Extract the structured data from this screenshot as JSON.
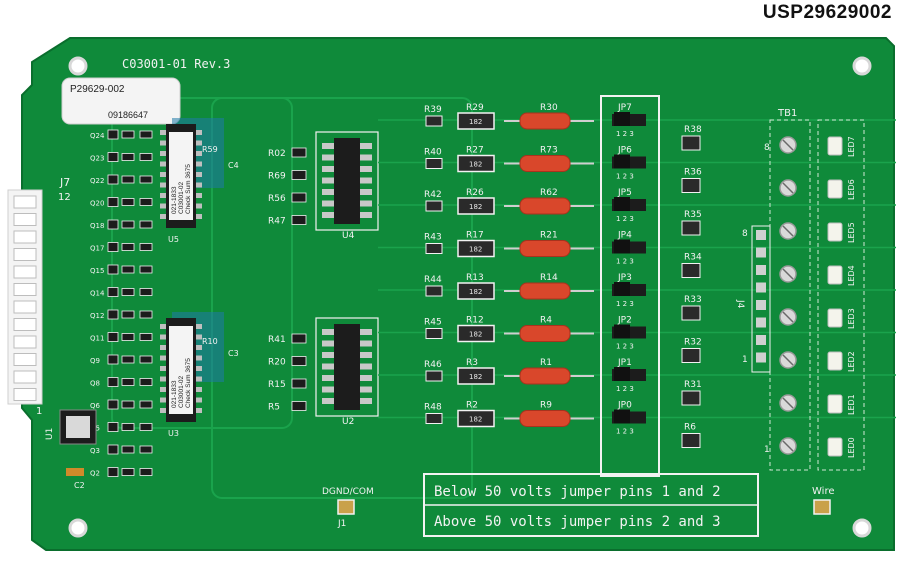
{
  "product_code": "USP29629002",
  "board": {
    "revision": "C03001-01 Rev.3",
    "label_part": "P29629-002",
    "label_serial": "09186647",
    "connector": "J7",
    "connector_pin_high": "12",
    "connector_pin_low": "1",
    "chips": [
      {
        "ref": "U5",
        "lines": [
          "021-1833",
          "C03001-02",
          "Check Sum 3675"
        ]
      },
      {
        "ref": "U3",
        "lines": [
          "021-1833",
          "C03001-02",
          "Check Sum 3675"
        ]
      },
      {
        "ref": "U4"
      },
      {
        "ref": "U2"
      },
      {
        "ref": "U1"
      }
    ],
    "transistors": [
      "Q24",
      "Q23",
      "Q22",
      "Q20",
      "Q18",
      "Q17",
      "Q15",
      "Q14",
      "Q12",
      "Q11",
      "Q9",
      "Q8",
      "Q6",
      "Q5",
      "Q3",
      "Q2"
    ],
    "cap_labels": [
      "R59",
      "C4",
      "R10",
      "C3",
      "C2"
    ],
    "mid_resistors": [
      "R02",
      "R69",
      "R56",
      "R47",
      "R41",
      "R20",
      "R15",
      "R5"
    ],
    "rows": [
      {
        "r1": "R39",
        "r2": "R29",
        "r3": "R30",
        "jp": "JP7",
        "rt": "R38",
        "led": "LED7"
      },
      {
        "r1": "R40",
        "r2": "R27",
        "r3": "R73",
        "jp": "JP6",
        "rt": "R36",
        "led": "LED6"
      },
      {
        "r1": "R42",
        "r2": "R26",
        "r3": "R62",
        "jp": "JP5",
        "rt": "R35",
        "led": "LED5"
      },
      {
        "r1": "R43",
        "r2": "R17",
        "r3": "R21",
        "jp": "JP4",
        "rt": "R34",
        "led": "LED4"
      },
      {
        "r1": "R44",
        "r2": "R13",
        "r3": "R14",
        "jp": "JP3",
        "rt": "R33",
        "led": "LED3"
      },
      {
        "r1": "R45",
        "r2": "R12",
        "r3": "R4",
        "jp": "JP2",
        "rt": "R32",
        "led": "LED2"
      },
      {
        "r1": "R46",
        "r2": "R3",
        "r3": "R1",
        "jp": "JP1",
        "rt": "R31",
        "led": "LED1"
      },
      {
        "r1": "R48",
        "r2": "R2",
        "r3": "R9",
        "jp": "JP0",
        "rt": "R6",
        "led": "LED0"
      }
    ],
    "smd_value": "182",
    "jumper_pins": "1 2 3",
    "terminal_block": "TB1",
    "tb_numbers": {
      "top": "8",
      "bottom": "1"
    },
    "j4_label": "J4",
    "j4_numbers": {
      "top": "8",
      "bottom": "1"
    },
    "ground_label": "DGND/COM",
    "ground_ref": "J1",
    "wire_label": "Wire",
    "note_line1": "Below 50 volts jumper pins 1 and 2",
    "note_line2": "Above 50 volts jumper pins 2 and 3"
  },
  "colors": {
    "pcb": "#0f8a3a",
    "pcb_dark": "#0a6e2d",
    "trace": "#1aa34c",
    "silk": "#f2f2f2",
    "chip": "#1c1c1c",
    "resistor_body": "#d9472b",
    "smd": "#2a2a2a",
    "connector": "#f4f4f4"
  }
}
